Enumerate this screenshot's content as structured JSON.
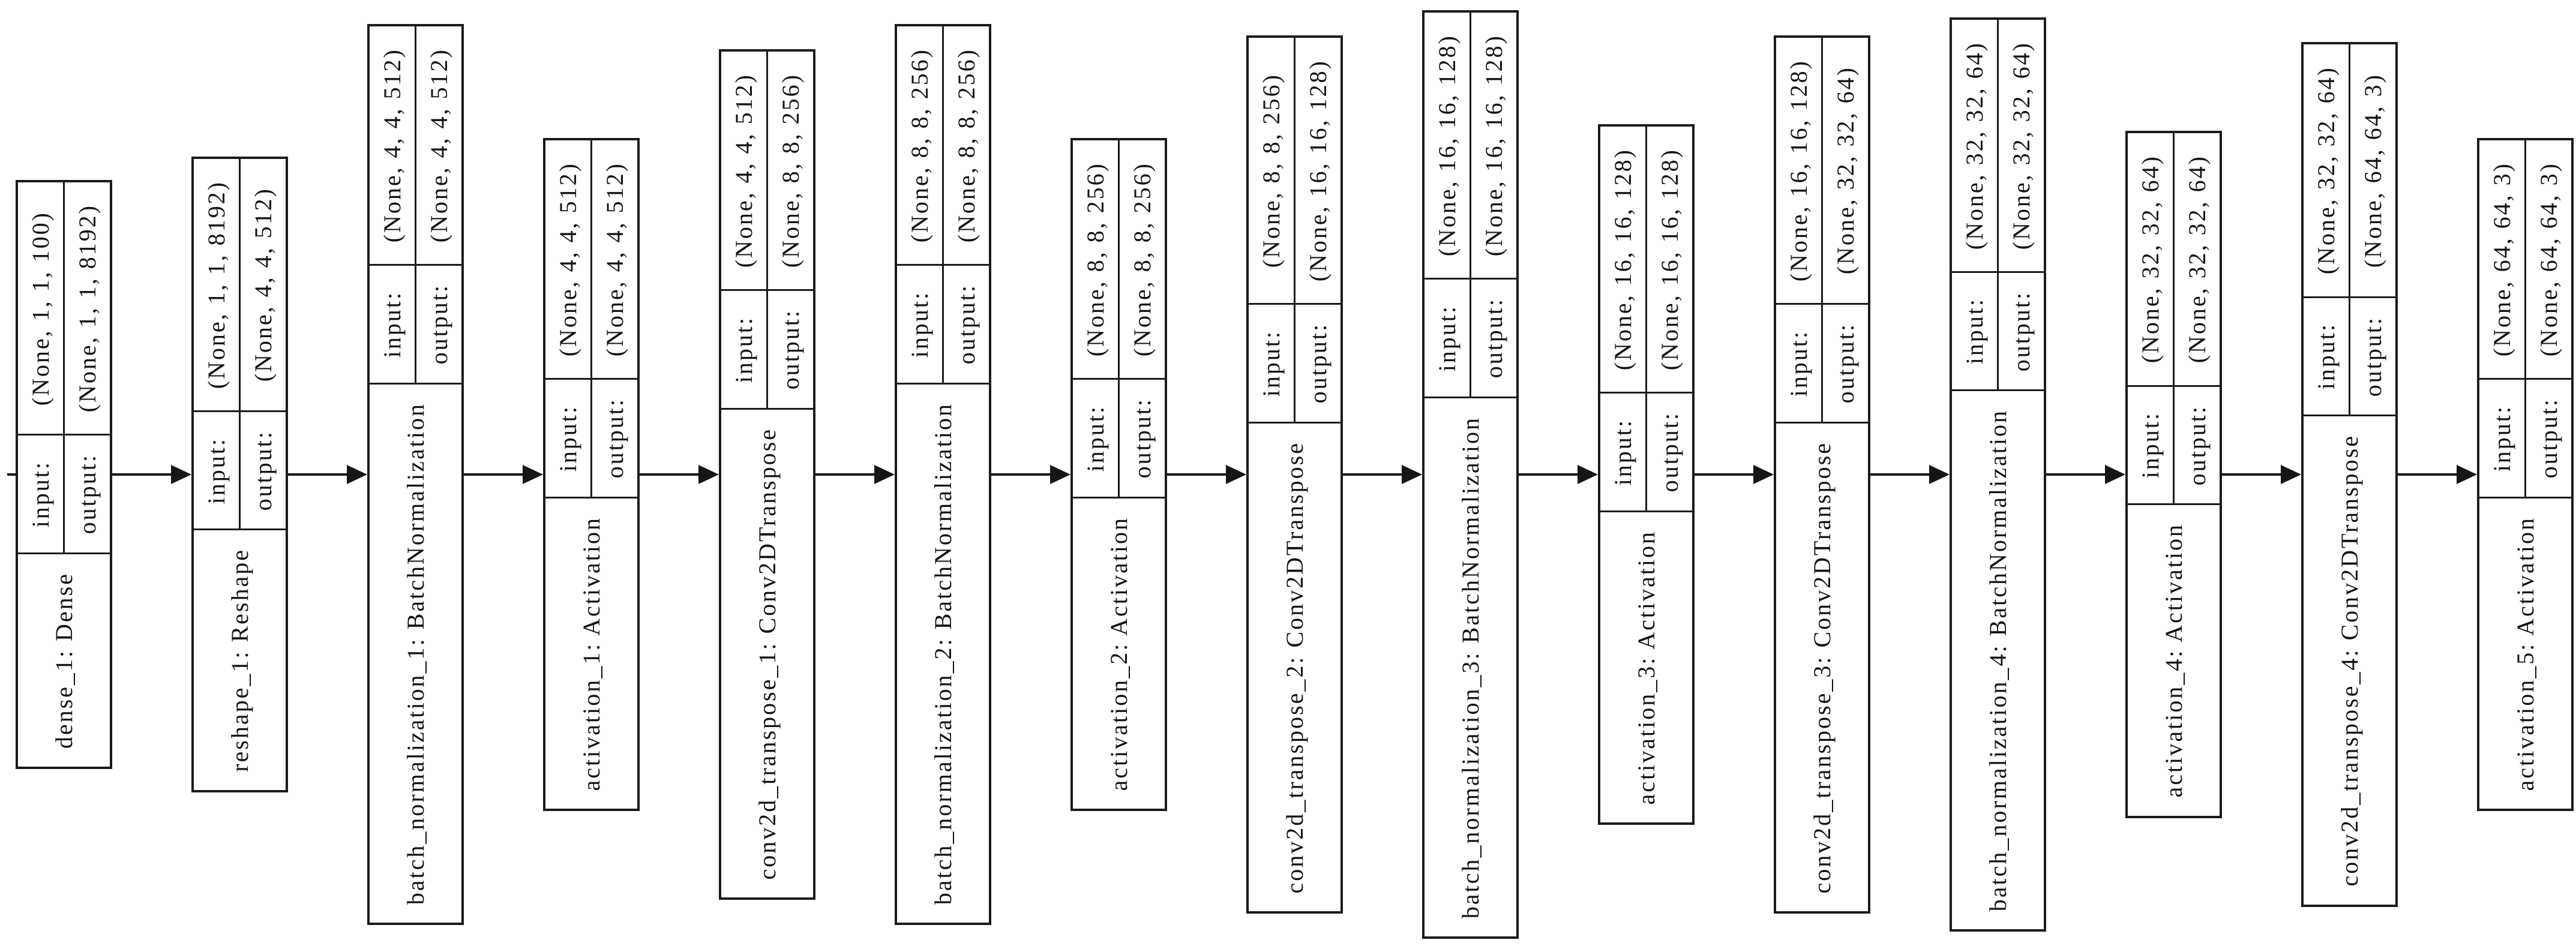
{
  "diagram": {
    "type": "keras-model-plot",
    "orientation": "left-to-right",
    "colors": {
      "background": "#ffffff",
      "box_fill": "#ffffff",
      "line": "#1b1b1b",
      "text": "#131313"
    },
    "field_labels": {
      "input": "input:",
      "output": "output:"
    },
    "layers": [
      {
        "name": "dense_1: Dense",
        "input_shape": "(None, 1, 1, 100)",
        "output_shape": "(None, 1, 1, 8192)"
      },
      {
        "name": "reshape_1: Reshape",
        "input_shape": "(None, 1, 1, 8192)",
        "output_shape": "(None, 4, 4, 512)"
      },
      {
        "name": "batch_normalization_1: BatchNormalization",
        "input_shape": "(None, 4, 4, 512)",
        "output_shape": "(None, 4, 4, 512)"
      },
      {
        "name": "activation_1: Activation",
        "input_shape": "(None, 4, 4, 512)",
        "output_shape": "(None, 4, 4, 512)"
      },
      {
        "name": "conv2d_transpose_1: Conv2DTranspose",
        "input_shape": "(None, 4, 4, 512)",
        "output_shape": "(None, 8, 8, 256)"
      },
      {
        "name": "batch_normalization_2: BatchNormalization",
        "input_shape": "(None, 8, 8, 256)",
        "output_shape": "(None, 8, 8, 256)"
      },
      {
        "name": "activation_2: Activation",
        "input_shape": "(None, 8, 8, 256)",
        "output_shape": "(None, 8, 8, 256)"
      },
      {
        "name": "conv2d_transpose_2: Conv2DTranspose",
        "input_shape": "(None, 8, 8, 256)",
        "output_shape": "(None, 16, 16, 128)"
      },
      {
        "name": "batch_normalization_3: BatchNormalization",
        "input_shape": "(None, 16, 16, 128)",
        "output_shape": "(None, 16, 16, 128)"
      },
      {
        "name": "activation_3: Activation",
        "input_shape": "(None, 16, 16, 128)",
        "output_shape": "(None, 16, 16, 128)"
      },
      {
        "name": "conv2d_transpose_3: Conv2DTranspose",
        "input_shape": "(None, 16, 16, 128)",
        "output_shape": "(None, 32, 32, 64)"
      },
      {
        "name": "batch_normalization_4: BatchNormalization",
        "input_shape": "(None, 32, 32, 64)",
        "output_shape": "(None, 32, 32, 64)"
      },
      {
        "name": "activation_4: Activation",
        "input_shape": "(None, 32, 32, 64)",
        "output_shape": "(None, 32, 32, 64)"
      },
      {
        "name": "conv2d_transpose_4: Conv2DTranspose",
        "input_shape": "(None, 32, 32, 64)",
        "output_shape": "(None, 64, 64, 3)"
      },
      {
        "name": "activation_5: Activation",
        "input_shape": "(None, 64, 64, 3)",
        "output_shape": "(None, 64, 64, 3)"
      }
    ]
  }
}
